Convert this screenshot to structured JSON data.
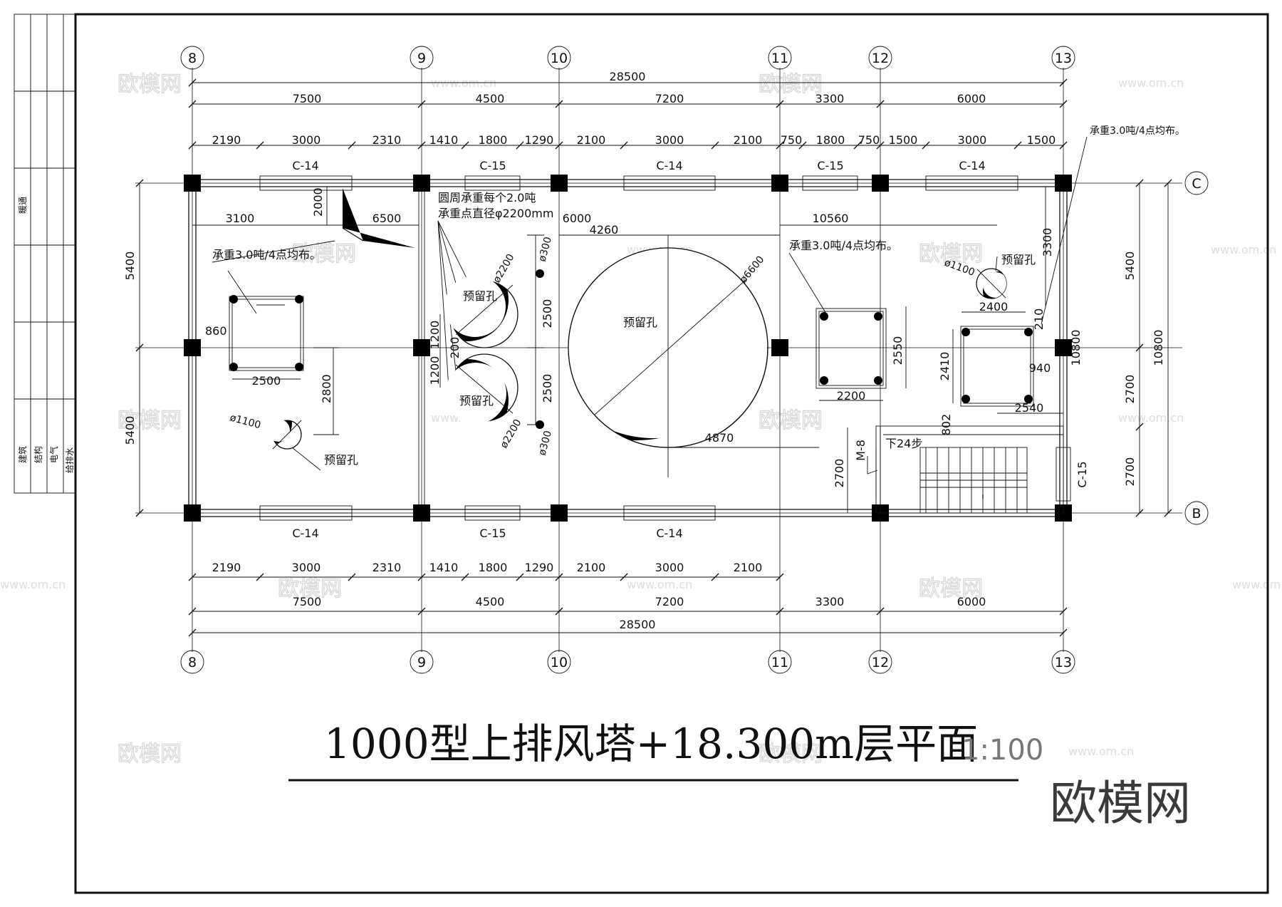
{
  "drawing": {
    "title": "1000型上排风塔+18.300m层平面",
    "scale": "1:100",
    "logo": "欧模网",
    "watermark_cn": "欧模网",
    "watermark_url": "www.om.cn"
  },
  "title_block": {
    "top_label": "暖通",
    "disciplines": [
      "建筑",
      "结构",
      "电气",
      "给排水"
    ]
  },
  "axes": {
    "columns": [
      "8",
      "9",
      "10",
      "11",
      "12",
      "13"
    ],
    "rows": [
      "C",
      "B"
    ]
  },
  "dimensions": {
    "overall": "28500",
    "bays": [
      "7500",
      "4500",
      "7200",
      "3300",
      "6000"
    ],
    "top_detail": [
      "2190",
      "3000",
      "2310",
      "1410",
      "1800",
      "1290",
      "2100",
      "3000",
      "2100",
      "750",
      "1800",
      "750",
      "1500",
      "3000",
      "1500"
    ],
    "bottom_detail": [
      "2190",
      "3000",
      "2310",
      "1410",
      "1800",
      "1290",
      "2100",
      "3000",
      "2100"
    ],
    "left": [
      "5400",
      "5400"
    ],
    "right_outer": "10800",
    "right_inner": [
      "5400",
      "2700",
      "2700"
    ],
    "internal": [
      "3100",
      "6500",
      "2000",
      "6000",
      "4260",
      "10560",
      "3300",
      "860",
      "2500",
      "2800",
      "1200",
      "200",
      "1200",
      "2500",
      "2500",
      "300",
      "300",
      "4870",
      "2550",
      "2200",
      "2400",
      "2410",
      "2540",
      "940",
      "802",
      "210",
      "2700",
      "10800"
    ]
  },
  "windows": {
    "top": [
      "C-14",
      "C-15",
      "C-14",
      "C-15",
      "C-14"
    ],
    "bottom": [
      "C-14",
      "C-15",
      "C-14"
    ],
    "right": "C-15",
    "door": "M-8"
  },
  "annotations": {
    "load_note": "承重3.0吨/4点均布。",
    "ring_note_1": "圆周承重每个2.0吨",
    "ring_note_2": "承重点直径φ2200mm",
    "hole": "预留孔",
    "stair": "下24步"
  },
  "diameters": {
    "d1100": "ø1100",
    "d2200": "ø2200",
    "d6600": "ø6600",
    "d300": "ø300"
  }
}
